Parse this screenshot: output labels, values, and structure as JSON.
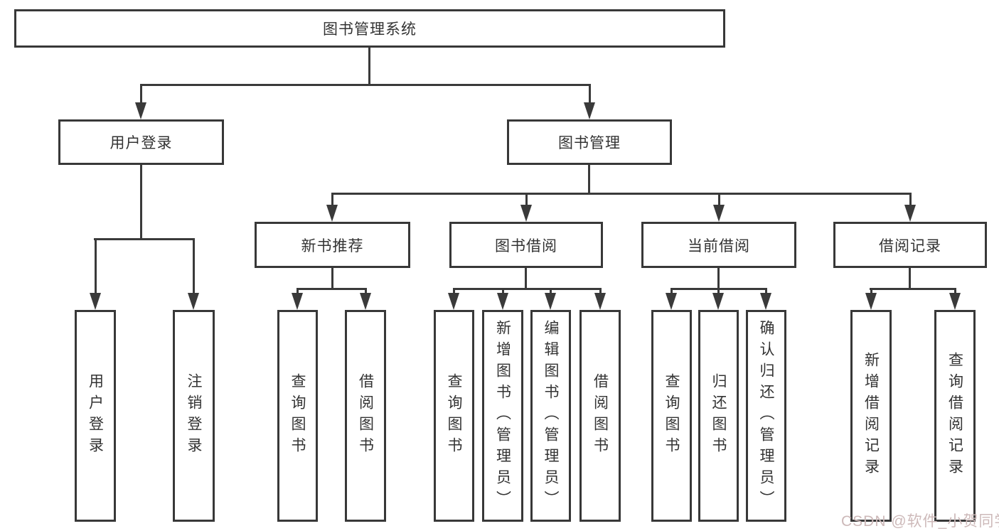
{
  "tree": {
    "root": {
      "label": "图书管理系统"
    },
    "branches": [
      {
        "label": "用户登录",
        "children_labels": [
          "用户登录",
          "注销登录"
        ]
      },
      {
        "label": "图书管理",
        "children": [
          {
            "label": "新书推荐",
            "children_labels": [
              "查询图书",
              "借阅图书"
            ]
          },
          {
            "label": "图书借阅",
            "children_labels": [
              "查询图书",
              "新增图书（管理员）",
              "编辑图书（管理员）",
              "借阅图书"
            ]
          },
          {
            "label": "当前借阅",
            "children_labels": [
              "查询图书",
              "归还图书",
              "确认归还（管理员）"
            ]
          },
          {
            "label": "借阅记录",
            "children_labels": [
              "新增借阅记录",
              "查询借阅记录"
            ]
          }
        ]
      }
    ]
  },
  "watermark": {
    "text": "CSDN @软件_小贺同学",
    "color": "#cdb9b9"
  },
  "colors": {
    "line": "#3a3a3a",
    "box_border": "#383838",
    "text": "#333333",
    "background": "#ffffff"
  }
}
